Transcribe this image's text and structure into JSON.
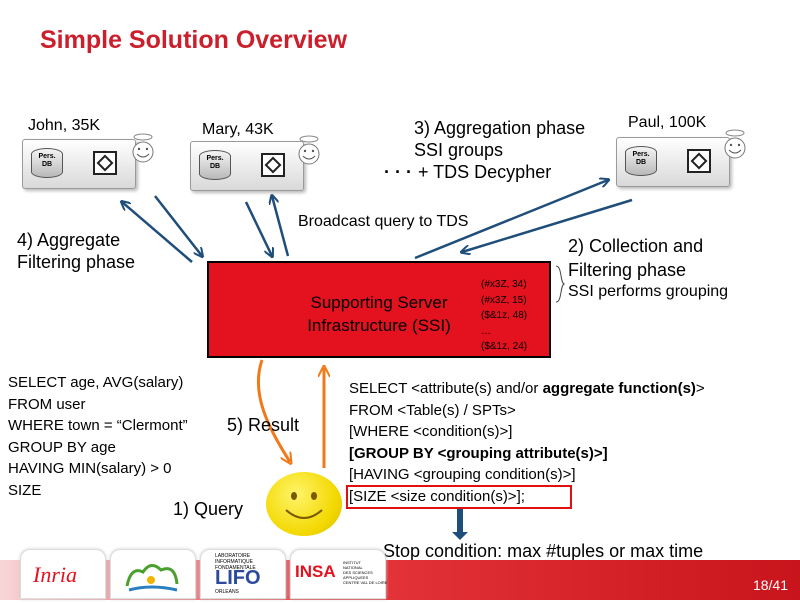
{
  "title": "Simple Solution Overview",
  "nodes": {
    "john": {
      "label": "John, 35K",
      "db": "Pers.\nDB"
    },
    "mary": {
      "label": "Mary, 43K",
      "db": "Pers.\nDB"
    },
    "paul": {
      "label": "Paul, 100K",
      "db": "Pers.\nDB"
    }
  },
  "steps": {
    "aggregation": [
      "3) Aggregation phase",
      "SSI groups",
      "+ TDS Decypher"
    ],
    "aggregation_dots": "· · ·",
    "aggregate_filtering": [
      "4) Aggregate",
      "Filtering phase"
    ],
    "broadcast": "Broadcast query to TDS",
    "collection": [
      "2) Collection and",
      "Filtering phase"
    ],
    "collection_note": "SSI performs grouping",
    "result": "5) Result",
    "query": "1) Query",
    "stop_condition": "Stop condition: max #tuples or max time"
  },
  "ssi": {
    "label_line1": "Supporting Server",
    "label_line2": "Infrastructure (SSI)",
    "tuples": [
      "(#x3Z, 34)",
      "(#x3Z, 15)",
      "($&1z, 48)",
      "…",
      "($&1z, 24)"
    ]
  },
  "sql_example": [
    "SELECT age, AVG(salary)",
    "FROM user",
    "WHERE town = “Clermont”",
    "GROUP BY age",
    "HAVING MIN(salary) > 0",
    "SIZE"
  ],
  "template": {
    "line1_pre": "SELECT <attribute(s) and/or ",
    "line1_bold": "aggregate function(s)",
    "line1_post": ">",
    "line2": "FROM <Table(s) / SPTs>",
    "line3": "[WHERE <condition(s)>]",
    "line4": "[GROUP BY <grouping attribute(s)>]",
    "line5": "[HAVING <grouping condition(s)>]",
    "line6": "[SIZE <size condition(s)>];"
  },
  "logos": {
    "inria": "Inria",
    "lifo_top": "LABORATOIRE\nINFORMATIQUE\nFONDAMENTALE",
    "lifo": "LIFO",
    "lifo_bottom": "ORLEANS",
    "insa": "INSA",
    "insa_side": "INSTITUT\nNATIONAL\nDES SCIENCES\nAPPLIQUEES\nCENTRE VAL DE LOIRE"
  },
  "page_number": "18/41",
  "colors": {
    "title": "#cc1f2c",
    "ssi": "#e3121e",
    "arrow_blue": "#1f4e7a",
    "arrow_orange": "#f07a1a"
  }
}
